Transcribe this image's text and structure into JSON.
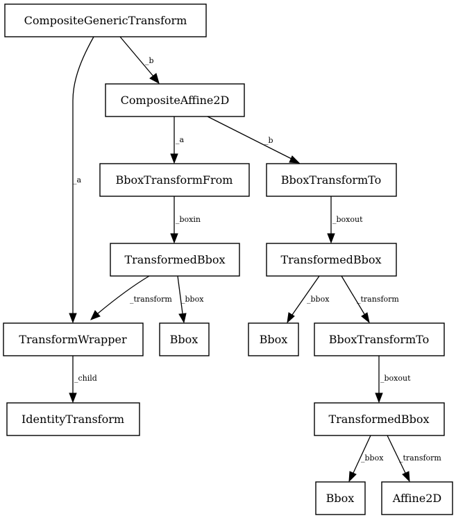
{
  "nodes": {
    "composite_generic": "CompositeGenericTransform",
    "composite_affine": "CompositeAffine2D",
    "bbox_from": "BboxTransformFrom",
    "bbox_to_1": "BboxTransformTo",
    "transformed_1": "TransformedBbox",
    "transformed_2": "TransformedBbox",
    "transform_wrapper": "TransformWrapper",
    "bbox_1": "Bbox",
    "bbox_2": "Bbox",
    "bbox_to_2": "BboxTransformTo",
    "identity": "IdentityTransform",
    "transformed_3": "TransformedBbox",
    "bbox_3": "Bbox",
    "affine2d": "Affine2D"
  },
  "edges": {
    "cg_b": "_b",
    "cg_a": "_a",
    "ca_a": "_a",
    "ca_b": "_b",
    "from_boxin": "_boxin",
    "to1_boxout": "_boxout",
    "t1_transform": "_transform",
    "t1_bbox": "_bbox",
    "t2_bbox": "_bbox",
    "t2_transform": "_transform",
    "wrapper_child": "_child",
    "to2_boxout": "_boxout",
    "t3_bbox": "_bbox",
    "t3_transform": "_transform"
  }
}
